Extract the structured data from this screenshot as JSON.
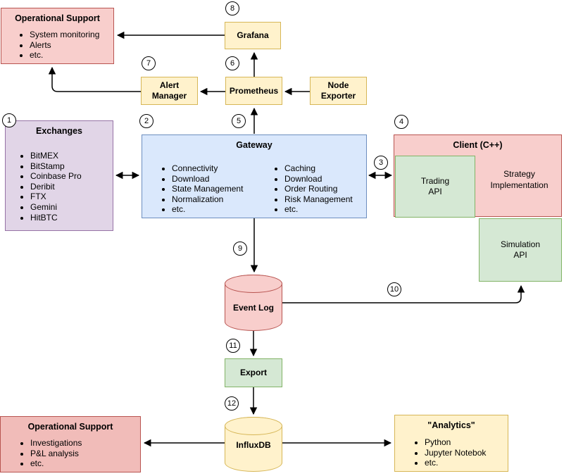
{
  "colors": {
    "red_fill": "#F8CECC",
    "red_dark_fill": "#F1BCB9",
    "red_stroke": "#B85450",
    "yellow_fill": "#FFF2CC",
    "yellow_stroke": "#D6B656",
    "green_fill": "#D5E8D4",
    "green_stroke": "#82B366",
    "blue_fill": "#DAE8FC",
    "blue_stroke": "#6C8EBF",
    "purple_fill": "#E1D5E7",
    "purple_stroke": "#9673A6",
    "line": "#000000"
  },
  "steps": [
    "1",
    "2",
    "3",
    "4",
    "5",
    "6",
    "7",
    "8",
    "9",
    "10",
    "11",
    "12"
  ],
  "nodes": {
    "op_support_top": {
      "title": "Operational Support",
      "items": [
        "System monitoring",
        "Alerts",
        "etc."
      ]
    },
    "grafana": {
      "label": "Grafana"
    },
    "alert_manager": {
      "label": "Alert\nManager"
    },
    "prometheus": {
      "label": "Prometheus"
    },
    "node_exporter": {
      "label": "Node\nExporter"
    },
    "exchanges": {
      "title": "Exchanges",
      "items": [
        "BitMEX",
        "BitStamp",
        "Coinbase Pro",
        "Deribit",
        "FTX",
        "Gemini",
        "HitBTC"
      ]
    },
    "gateway": {
      "title": "Gateway",
      "items_left": [
        "Connectivity",
        "Download",
        "State Management",
        "Normalization",
        "etc."
      ],
      "items_right": [
        "Caching",
        "Download",
        "Order Routing",
        "Risk Management",
        "etc."
      ]
    },
    "client": {
      "title": "Client (C++)"
    },
    "trading_api": {
      "label": "Trading\nAPI"
    },
    "strategy_impl": {
      "label": "Strategy\nImplementation"
    },
    "simulation_api": {
      "label": "Simulation\nAPI"
    },
    "event_log": {
      "label": "Event Log"
    },
    "export": {
      "label": "Export"
    },
    "influxdb": {
      "label": "InfluxDB"
    },
    "op_support_bottom": {
      "title": "Operational Support",
      "items": [
        "Investigations",
        "P&L analysis",
        "etc."
      ]
    },
    "analytics": {
      "title": "\"Analytics\"",
      "items": [
        "Python",
        "Jupyter Notebok",
        "etc."
      ]
    }
  }
}
